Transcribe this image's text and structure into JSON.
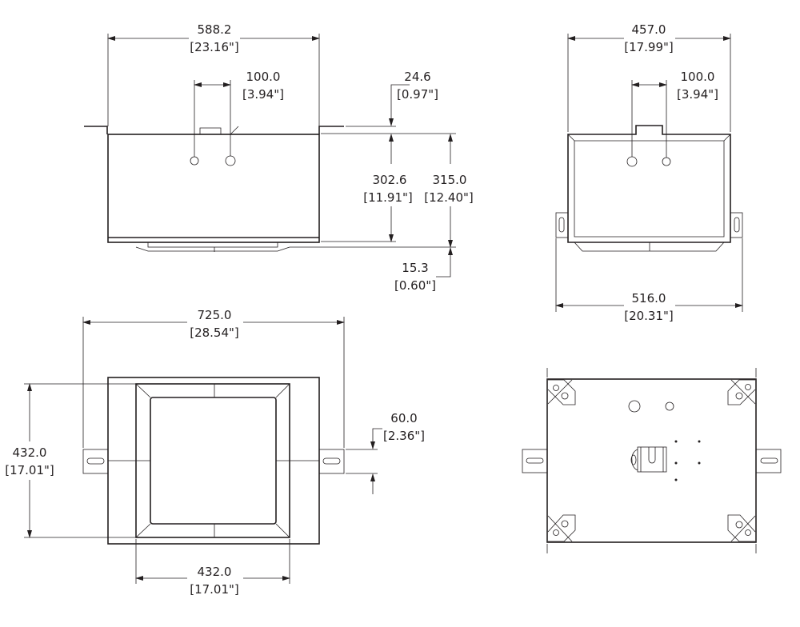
{
  "views": {
    "front": {
      "width": {
        "mm": "588.2",
        "in": "[23.16\"]"
      },
      "hole_spacing": {
        "mm": "100.0",
        "in": "[3.94\"]"
      },
      "flange_offset": {
        "mm": "24.6",
        "in": "[0.97\"]"
      },
      "body_height": {
        "mm": "302.6",
        "in": "[11.91\"]"
      },
      "total_height": {
        "mm": "315.0",
        "in": "[12.40\"]"
      },
      "trim_depth": {
        "mm": "15.3",
        "in": "[0.60\"]"
      }
    },
    "side": {
      "width": {
        "mm": "457.0",
        "in": "[17.99\"]"
      },
      "hole_spacing": {
        "mm": "100.0",
        "in": "[3.94\"]"
      },
      "tab_width": {
        "mm": "516.0",
        "in": "[20.31\"]"
      }
    },
    "bottom": {
      "tab_width": {
        "mm": "725.0",
        "in": "[28.54\"]"
      },
      "height": {
        "mm": "432.0",
        "in": "[17.01\"]"
      },
      "trim_width": {
        "mm": "432.0",
        "in": "[17.01\"]"
      },
      "tab_height": {
        "mm": "60.0",
        "in": "[2.36\"]"
      }
    }
  },
  "colors": {
    "line": "#231f20",
    "background": "#ffffff"
  }
}
